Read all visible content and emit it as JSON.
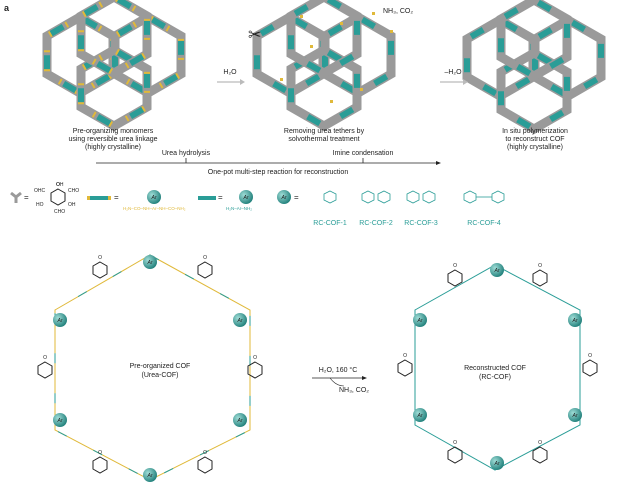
{
  "panel_label": "a",
  "top": {
    "step1_arrow": "H₂O",
    "step2_arrow": "–H₂O",
    "byproducts": "NH₃, CO₂",
    "captions": [
      [
        "Pre-organizing monomers",
        "using reversible urea linkage",
        "(highly crystalline)"
      ],
      [
        "Removing urea tethers by",
        "solvothermal treatment"
      ],
      [
        "In situ polymerization",
        "to reconstruct COF",
        "(highly crystalline)"
      ]
    ],
    "timeline": {
      "tick1": "Urea hydrolysis",
      "tick2": "Imine condensation",
      "label": "One-pot multi-step reaction for reconstruction"
    }
  },
  "legend": {
    "node_groups": [
      "OHC",
      "OH",
      "CHO",
      "HO",
      "OH",
      "CHO"
    ],
    "urea_monomer": "H₂N–CO–NH–Ar–NH–CO–NH₂",
    "amine_monomer": "H₂N–Ar–NH₂",
    "ar": "Ar",
    "variants": [
      "RC-COF-1",
      "RC-COF-2",
      "RC-COF-3",
      "RC-COF-4"
    ]
  },
  "bottom": {
    "left_title": "Pre-organized COF",
    "left_subtitle": "(Urea-COF)",
    "conditions": "H₂O, 160 °C",
    "released": "NH₃, CO₂",
    "right_title": "Reconstructed COF",
    "right_subtitle": "(RC-COF)"
  },
  "colors": {
    "teal": "#2a9d97",
    "gold": "#e0b93a",
    "grey": "#9a9a9a"
  }
}
